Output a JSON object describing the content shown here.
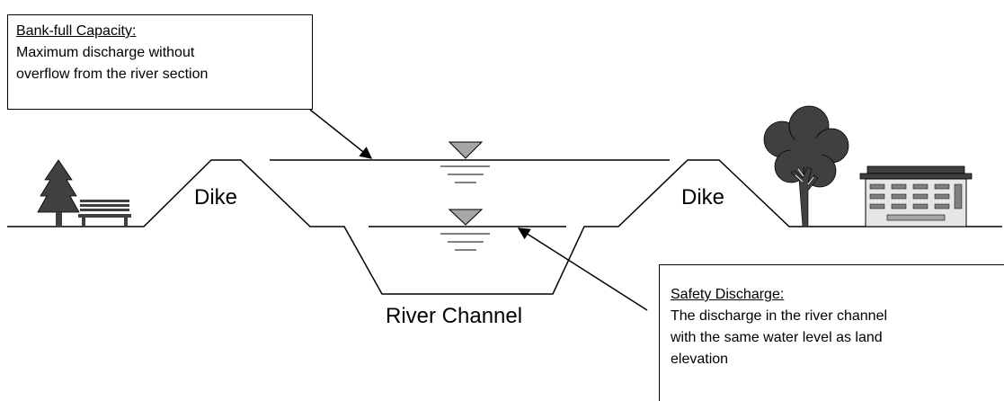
{
  "callouts": {
    "bankfull": {
      "title": "Bank-full Capacity:",
      "body": [
        "Maximum discharge without",
        "overflow from the river section"
      ]
    },
    "safety": {
      "title": "Safety Discharge:",
      "body": [
        "The discharge in the river channel",
        "with the same water level as land",
        "elevation"
      ]
    }
  },
  "labels": {
    "dike_left": "Dike",
    "dike_right": "Dike",
    "river_channel": "River Channel"
  },
  "icons": {
    "tree": "conifer-tree-icon",
    "bench": "park-bench-icon",
    "deciduous_tree": "deciduous-tree-icon",
    "building": "building-icon",
    "water_level": "water-level-triangle-icon"
  },
  "colors": {
    "line": "#000000",
    "fill_dark": "#404040",
    "fill_gray": "#a6a6a6",
    "building_fill": "#e6e6e6"
  }
}
